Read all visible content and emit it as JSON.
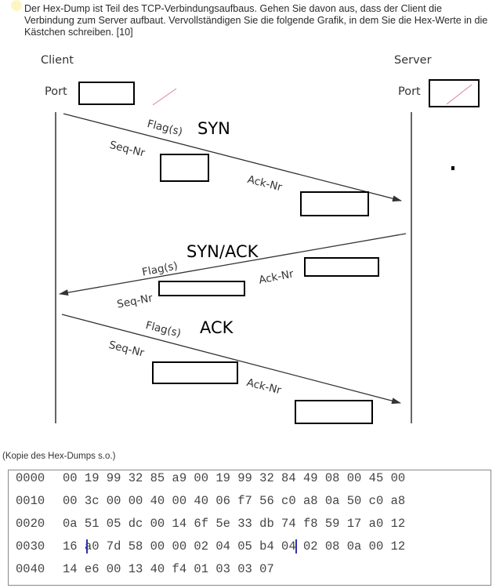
{
  "instruction": "Der Hex-Dump ist Teil des TCP-Verbindungsaufbaus. Gehen Sie davon aus, dass der Client die Verbindung zum Server aufbaut. Vervollständigen Sie die folgende Grafik, in dem Sie die Hex-Werte in die Kästchen schreiben. [10]",
  "diagram": {
    "client_label": "Client",
    "server_label": "Server",
    "port_label": "Port",
    "flags_label": "Flag(s)",
    "seq_label": "Seq-Nr",
    "ack_label": "Ack-Nr",
    "messages": [
      {
        "flags": "SYN",
        "direction": "client-to-server"
      },
      {
        "flags": "SYN/ACK",
        "direction": "server-to-client"
      },
      {
        "flags": "ACK",
        "direction": "client-to-server"
      }
    ],
    "inputs": {
      "client_port": "",
      "server_port": "",
      "syn_seq": "",
      "syn_ack": "",
      "synack_seq": "",
      "synack_ack": "",
      "ack_seq": "",
      "ack_ack": ""
    }
  },
  "hexdump": {
    "caption": "(Kopie des Hex-Dumps s.o.)",
    "rows": [
      {
        "offset": "0000",
        "bytes": "00 19 99 32 85 a9 00 19 99 32 84 49 08 00 45 00"
      },
      {
        "offset": "0010",
        "bytes": "00 3c 00 00 40 00 40 06 f7 56 c0 a8 0a 50 c0 a8"
      },
      {
        "offset": "0020",
        "bytes": "0a 51 05 dc 00 14 6f 5e 33 db 74 f8 59 17 a0 12"
      },
      {
        "offset": "0030",
        "bytes": "16 a0 7d 58 00 00 02 04 05 b4 04 02 08 0a 00 12"
      },
      {
        "offset": "0040",
        "bytes": "14 e6 00 13 40 f4 01 03 03 07"
      }
    ],
    "marker_color": "#2b35a8"
  }
}
